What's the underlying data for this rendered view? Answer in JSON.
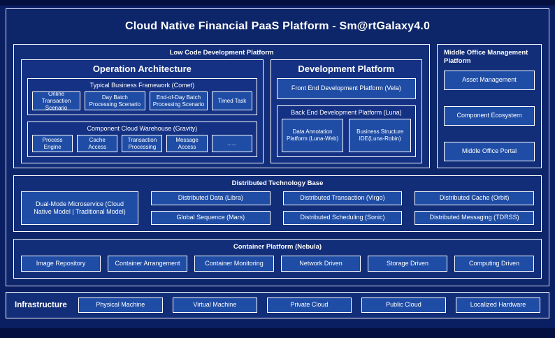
{
  "header": {
    "title": "Cloud Native Financial PaaS Platform - Sm@rtGalaxy4.0"
  },
  "low_code": {
    "label": "Low Code Development Platform",
    "operation": {
      "title": "Operation Architecture",
      "comet": {
        "title": "Typical Business Framework (Comet)",
        "items": [
          "Online Transaction Scenario",
          "Day Batch Processing Scenario",
          "End-of-Day Batch Processing Scenario",
          "Timed Task"
        ]
      },
      "gravity": {
        "title": "Component Cloud Warehouse (Gravity)",
        "items": [
          "Process Engine",
          "Cache Access",
          "Transaction Processing",
          "Message Access",
          "......"
        ]
      }
    },
    "development": {
      "title": "Development Platform",
      "front_end": "Front End Development Platform (Vela)",
      "back_end": {
        "title": "Back End Development Platform (Luna)",
        "items": [
          "Data Annotation Platform (Luna-Web)",
          "Business Structure IDE(Luna-Robin)"
        ]
      }
    }
  },
  "middle_office": {
    "title": "Middle Office Management Platform",
    "items": [
      "Asset Management",
      "Component Ecosystem",
      "Middle Office Portal"
    ]
  },
  "distributed": {
    "title": "Distributed Technology Base",
    "microservice": "Dual-Mode Microservice (Cloud Native Model | Traditional Model)",
    "items": [
      "Distributed Data (Libra)",
      "Distributed Transaction (Virgo)",
      "Distributed Cache (Orbit)",
      "Global Sequence (Mars)",
      "Distributed Scheduling (Sonic)",
      "Distributed Messaging (TDRSS)"
    ]
  },
  "container_platform": {
    "title": "Container Platform (Nebula)",
    "items": [
      "Image Repository",
      "Container Arrangement",
      "Container Monitoring",
      "Network Driven",
      "Storage Driven",
      "Computing Driven"
    ]
  },
  "infrastructure": {
    "label": "Infrastructure",
    "items": [
      "Physical Machine",
      "Virtual Machine",
      "Private Cloud",
      "Public Cloud",
      "Localized Hardware"
    ]
  },
  "colors": {
    "background": "#0a1e62",
    "panel": "#122e79",
    "node": "#1f4da6",
    "border": "#ffffff"
  }
}
